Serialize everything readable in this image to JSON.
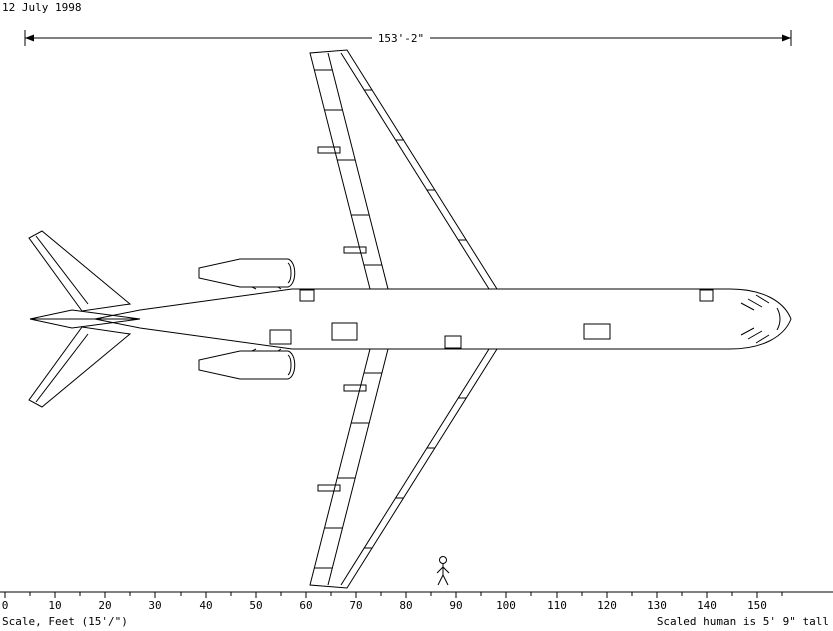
{
  "page": {
    "date": "12 July 1998",
    "background": "#ffffff",
    "line_color": "#000000"
  },
  "dimension": {
    "label": "153'-2\""
  },
  "drawing": {
    "subject": "aircraft-plan-view-trijet",
    "view": "top"
  },
  "human_figure": {
    "present": true
  },
  "ruler": {
    "labels": [
      "0",
      "10",
      "20",
      "30",
      "40",
      "50",
      "60",
      "70",
      "80",
      "90",
      "100",
      "110",
      "120",
      "130",
      "140",
      "150"
    ],
    "caption_left": "Scale, Feet (15'/\")",
    "caption_right": "Scaled human is 5' 9\" tall"
  }
}
